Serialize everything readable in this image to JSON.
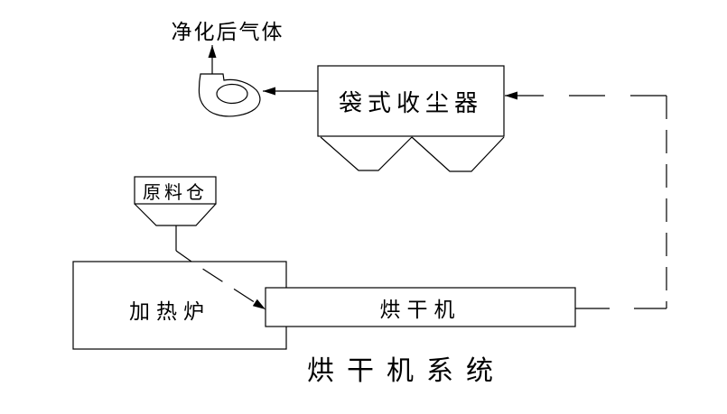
{
  "diagram": {
    "title": "烘干机系统",
    "labels": {
      "purified_gas": "净化后气体",
      "bag_dust_collector": "袋式收尘器",
      "raw_material_bin": "原料仓",
      "heating_furnace": "加热炉",
      "dryer": "烘干机"
    },
    "icons": {
      "fan": "fan-icon"
    },
    "colors": {
      "line": "#000000",
      "background": "#ffffff"
    },
    "connections": [
      {
        "from": "fan",
        "to": "purified_gas_outlet",
        "style": "solid-arrow"
      },
      {
        "from": "bag_dust_collector",
        "to": "fan",
        "style": "solid-arrow"
      },
      {
        "from": "raw_material_bin",
        "to": "dryer",
        "style": "dashed-arrow"
      },
      {
        "from": "dryer",
        "to": "bag_dust_collector",
        "style": "dashed-arrow"
      }
    ]
  }
}
